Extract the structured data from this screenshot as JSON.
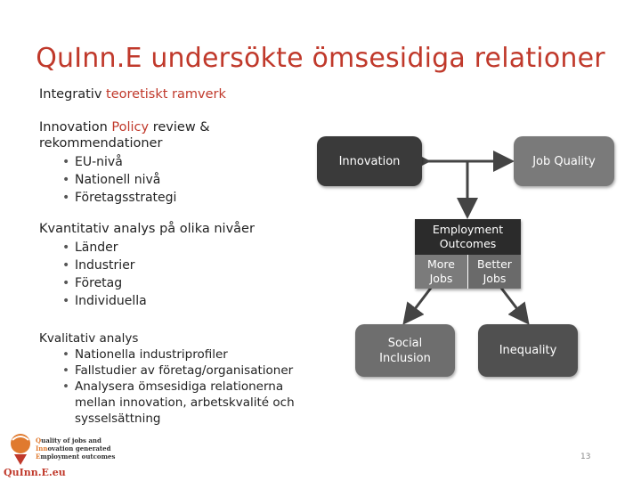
{
  "slide": {
    "title": "QuInn.E undersökte ömsesidiga relationer",
    "page_number": "13"
  },
  "sections": {
    "s1": {
      "prefix": "Integrativ ",
      "highlight": "teoretiskt ramverk"
    },
    "s2": {
      "prefix": "Innovation ",
      "highlight": "Policy",
      "suffix": " review &",
      "line2": "rekommendationer",
      "bullets": [
        "EU-nivå",
        "Nationell nivå",
        "Företagsstrategi"
      ]
    },
    "s3": {
      "title": "Kvantitativ analys på olika nivåer",
      "bullets": [
        "Länder",
        "Industrier",
        "Företag",
        "Individuella"
      ]
    },
    "s4": {
      "title": "Kvalitativ analys",
      "bullets": [
        "Nationella industriprofiler",
        "Fallstudier av företag/organisationer",
        "Analysera ömsesidiga relationerna"
      ],
      "continuation": [
        "mellan innovation, arbetskvalité och",
        "sysselsättning"
      ]
    }
  },
  "diagram": {
    "innovation": "Innovation",
    "job_quality": "Job Quality",
    "employment_outcomes_1": "Employment",
    "employment_outcomes_2": "Outcomes",
    "more_jobs_1": "More",
    "more_jobs_2": "Jobs",
    "better_jobs_1": "Better",
    "better_jobs_2": "Jobs",
    "social_inclusion_1": "Social",
    "social_inclusion_2": "Inclusion",
    "inequality": "Inequality"
  },
  "logo": {
    "lines": [
      {
        "initial": "Q",
        "rest": "uality of jobs and"
      },
      {
        "initial": "Inn",
        "rest": "ovation generated"
      },
      {
        "initial": "E",
        "rest": "mployment outcomes"
      }
    ],
    "brand": "QuInn.E.eu"
  }
}
